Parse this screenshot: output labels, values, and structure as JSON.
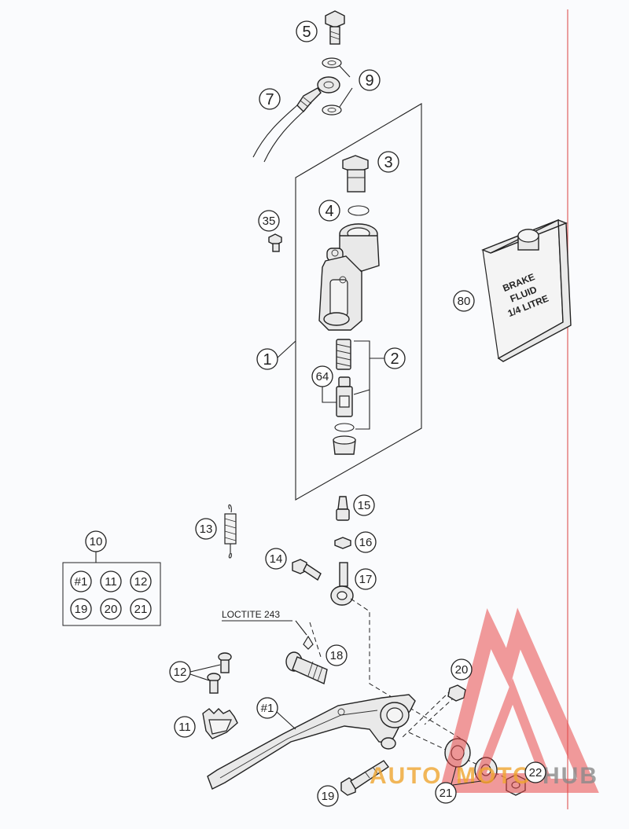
{
  "callouts": {
    "c1": "1",
    "c2": "2",
    "c3": "3",
    "c4": "4",
    "c5": "5",
    "c7": "7",
    "c9": "9",
    "c10": "10",
    "c11": "11",
    "c11b": "11",
    "c12": "12",
    "c12b": "12",
    "c13": "13",
    "c14": "14",
    "c15": "15",
    "c16": "16",
    "c17": "17",
    "c18": "18",
    "c19": "19",
    "c19b": "19",
    "c20": "20",
    "c20b": "20",
    "c21": "21",
    "c21b": "21",
    "c22": "22",
    "c35": "35",
    "c64": "64",
    "c80": "80",
    "h1": "#1",
    "h1b": "#1"
  },
  "loctite_label": "LOCTITE 243",
  "bottle_label": [
    "BRAKE",
    "FLUID",
    "1/4 LITRE"
  ],
  "watermark": {
    "auto": "AUTO",
    "moto": "MOTO",
    "hub": "HUB"
  },
  "colors": {
    "watermark_red": "#e84a4a",
    "watermark_orange": "#f0a630",
    "watermark_gray": "#8a8a8a",
    "margin_line": "#e06060"
  }
}
